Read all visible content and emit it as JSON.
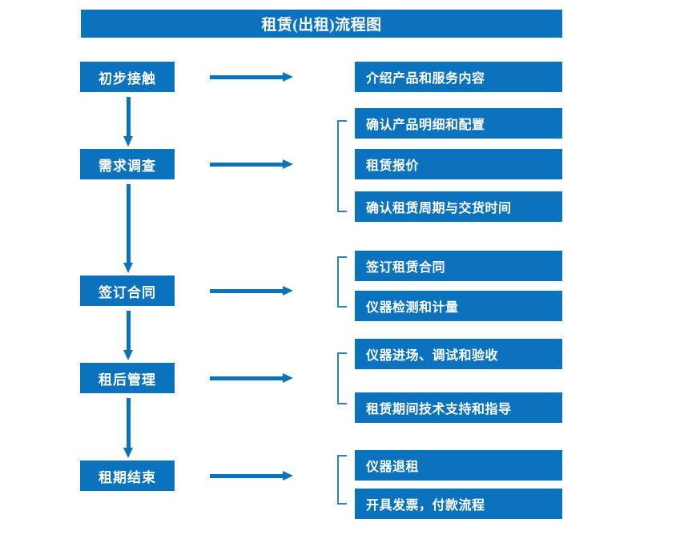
{
  "title": "租赁(出租)流程图",
  "colors": {
    "box_blue": "#0b72bd",
    "bracket_blue": "#2f7fc4",
    "text_white": "#ffffff",
    "background": "#ffffff"
  },
  "stages": [
    {
      "label": "初步接触"
    },
    {
      "label": "需求调查"
    },
    {
      "label": "签订合同"
    },
    {
      "label": "租后管理"
    },
    {
      "label": "租期结束"
    }
  ],
  "details": [
    {
      "label": "介绍产品和服务内容"
    },
    {
      "label": "确认产品明细和配置"
    },
    {
      "label": "租赁报价"
    },
    {
      "label": "确认租赁周期与交货时间"
    },
    {
      "label": "签订租赁合同"
    },
    {
      "label": "仪器检测和计量"
    },
    {
      "label": "仪器进场、调试和验收"
    },
    {
      "label": "租赁期间技术支持和指导"
    },
    {
      "label": "仪器退租"
    },
    {
      "label": "开具发票，付款流程"
    }
  ],
  "icons": {
    "right_arrow": "right-arrow-icon",
    "down_arrow": "down-arrow-icon",
    "group_bracket": "group-bracket-icon"
  }
}
